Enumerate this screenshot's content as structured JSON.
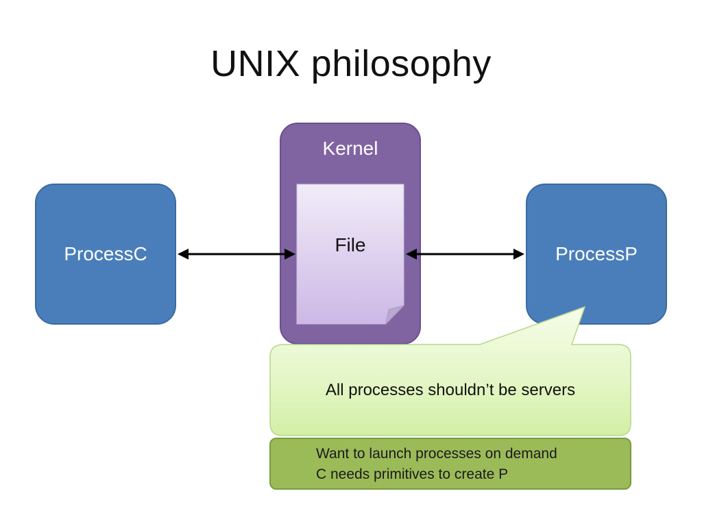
{
  "slide": {
    "title": "UNIX philosophy"
  },
  "diagram": {
    "process_c": {
      "label": "ProcessC",
      "color": "#4a7ebb"
    },
    "process_p": {
      "label": "ProcessP",
      "color": "#4a7ebb"
    },
    "kernel": {
      "label": "Kernel",
      "color": "#8064a2"
    },
    "file": {
      "label": "File",
      "color": "#e4daf2"
    },
    "connections": [
      {
        "from": "ProcessC",
        "to": "File",
        "type": "bidirectional-arrow"
      },
      {
        "from": "File",
        "to": "ProcessP",
        "type": "bidirectional-arrow"
      }
    ],
    "callout": {
      "text": "All processes shouldn’t be servers",
      "color": "#e6f7c8"
    },
    "note": {
      "lines": [
        "Want to launch processes on demand",
        "C needs primitives to create P"
      ],
      "color": "#9bbb59"
    }
  }
}
